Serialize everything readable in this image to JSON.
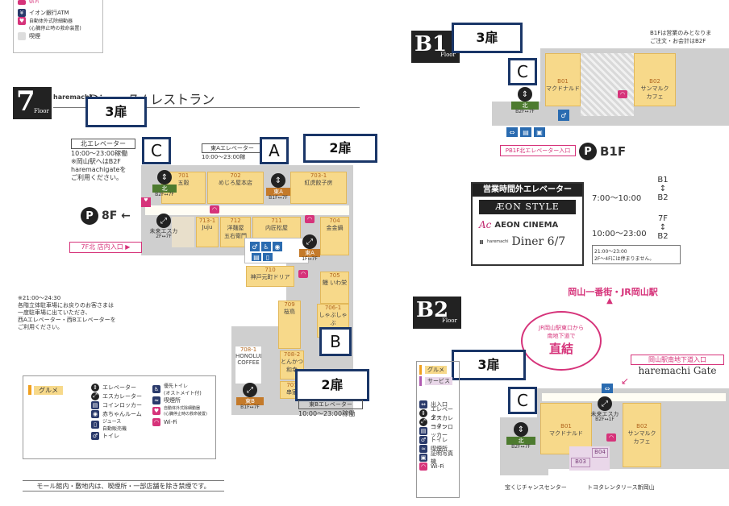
{
  "top_legend": {
    "items": [
      "イオン銀行ATM",
      "自動体外式除細動器\n(心臓停止時の救命装置)",
      "喫煙"
    ],
    "partial_item": "Wi-Fi"
  },
  "floor7": {
    "badge": "7",
    "badge_suffix": "Floor",
    "header_brand": "haremachi",
    "header_title": "Diner 7 / レストラン",
    "callout_c_label": "3扉",
    "callout_a_label": "2扉",
    "callout_b_label": "2扉",
    "letter_c": "C",
    "letter_a": "A",
    "letter_b": "B",
    "north_elev_title": "北エレベーター",
    "north_elev_hours": "10:00～23:00稼働",
    "north_elev_note": "※岡山駅へはB2F\nharemachigateを\nご利用ください。",
    "east_a_elev_title": "東Aエレベーター",
    "east_a_elev_hours": "10:00～23:00稼",
    "east_b_elev_title": "東Bエレベーター",
    "east_b_elev_hours": "10:00～23:00稼働",
    "parking_label": "8F ←",
    "entrance_label": "7F北 店内入口 ▶",
    "night_note": "※21:00～24:30\n各階立体駐車場にお戻りのお客さまは\n一度駐車場に出ていただき、\n西Aエレベーター・西Bエレベーターを\nご利用ください。",
    "north_tag": "北",
    "north_tag_range": "B2F↔7F",
    "east_a_tag": "東A",
    "east_a_range": "B1F↔7F",
    "east_a2_tag": "東A",
    "east_a2_range": "1F↔7F",
    "east_b_tag": "東B",
    "east_b_range": "B1F↔7F",
    "mirai_escalator": "未来エスカ",
    "mirai_range": "2F↔7F",
    "shops": [
      {
        "num": "701",
        "name": "五穀"
      },
      {
        "num": "702",
        "name": "めじろ屋本店"
      },
      {
        "num": "703-1",
        "name": "紅虎餃子房"
      },
      {
        "num": "713-1",
        "name": "Juju"
      },
      {
        "num": "712",
        "name": "洋麺屋\n五右衛門"
      },
      {
        "num": "711",
        "name": "内匠松屋"
      },
      {
        "num": "704",
        "name": "金金鍋"
      },
      {
        "num": "710",
        "name": "神戸元町ドリア"
      },
      {
        "num": "705",
        "name": "鰻 いわ栄"
      },
      {
        "num": "709",
        "name": "桜鳥"
      },
      {
        "num": "706-1",
        "name": "しゃぶしゃぶ\n美山"
      },
      {
        "num": "708-1",
        "name": "HONOLULU\nCOFFEE"
      },
      {
        "num": "708-2",
        "name": "とんかつ\n和幸"
      },
      {
        "num": "707",
        "name": "串家"
      }
    ],
    "legend": {
      "gourmet": "グルメ",
      "col1": [
        "エレベーター",
        "エスカレーター",
        "コインロッカー",
        "赤ちゃんルーム",
        "ジュース\n自動販売機",
        "トイレ"
      ],
      "col2": [
        "優先トイレ\n(オストメイト付)",
        "喫煙所",
        "自動体外式除細動器\n(心臓停止時の救命装置)",
        "Wi-Fi"
      ]
    },
    "no_smoking": "モール館内・敷地内は、喫煙所・一部店舗を除き禁煙です。"
  },
  "floorB1": {
    "badge": "B1",
    "badge_suffix": "Floor",
    "callout_label": "3扉",
    "letter": "C",
    "top_note": "B1Fは営業のみとなりま\nご注文・お会計はB2F",
    "shop1_num": "B01",
    "shop1_name": "マクドナルド",
    "shop2_num": "B02",
    "shop2_name": "サンマルク\nカフェ",
    "north_tag": "北",
    "north_range": "B2F↔7F",
    "entrance_label": "PB1F北エレベーター入口",
    "parking_label": "B1F"
  },
  "info_box": {
    "title": "営業時間外エレベーター",
    "brand1": "ÆON STYLE",
    "brand2": "AEON CINEMA",
    "brand3_prefix": "haremachi",
    "brand3": "Diner 6/7",
    "row1_hours": "7:00～10:00",
    "row1_floors_top": "B1",
    "row1_floors_bottom": "B2",
    "row2_hours": "10:00～23:00",
    "row2_floors_top": "7F",
    "row2_floors_bottom": "B2",
    "footnote": "21:00～23:00\n2F～4Fには停まりません。"
  },
  "station": {
    "title": "岡山一番街・JR岡山駅",
    "circle_line1": "JR岡山駅東口から",
    "circle_line2": "南地下道で",
    "circle_big": "直結"
  },
  "floorB2": {
    "badge": "B2",
    "badge_suffix": "Floor",
    "callout_label": "3扉",
    "letter": "C",
    "entrance_title": "岡山駅南地下道入口",
    "entrance_brand": "haremachi Gate",
    "shop1_num": "B01",
    "shop1_name": "マクドナルド",
    "shop2_num": "B02",
    "shop2_name": "サンマルク\nカフェ",
    "shop3_num": "B03",
    "shop4_num": "B04",
    "bottom_label1": "宝くじチャンスセンター",
    "bottom_label2": "トヨタレンタリース新岡山",
    "mirai": "未来エスカ",
    "mirai_range": "B2F↔1F",
    "north_tag": "北",
    "north_range": "B2F↔7F",
    "legend": {
      "gourmet": "グルメ",
      "service": "サービス",
      "items": [
        "出入口",
        "エレベーター",
        "エスカレーター",
        "コインロッカー",
        "トイレ",
        "喫煙所",
        "証明写真機",
        "Wi-Fi"
      ]
    }
  }
}
